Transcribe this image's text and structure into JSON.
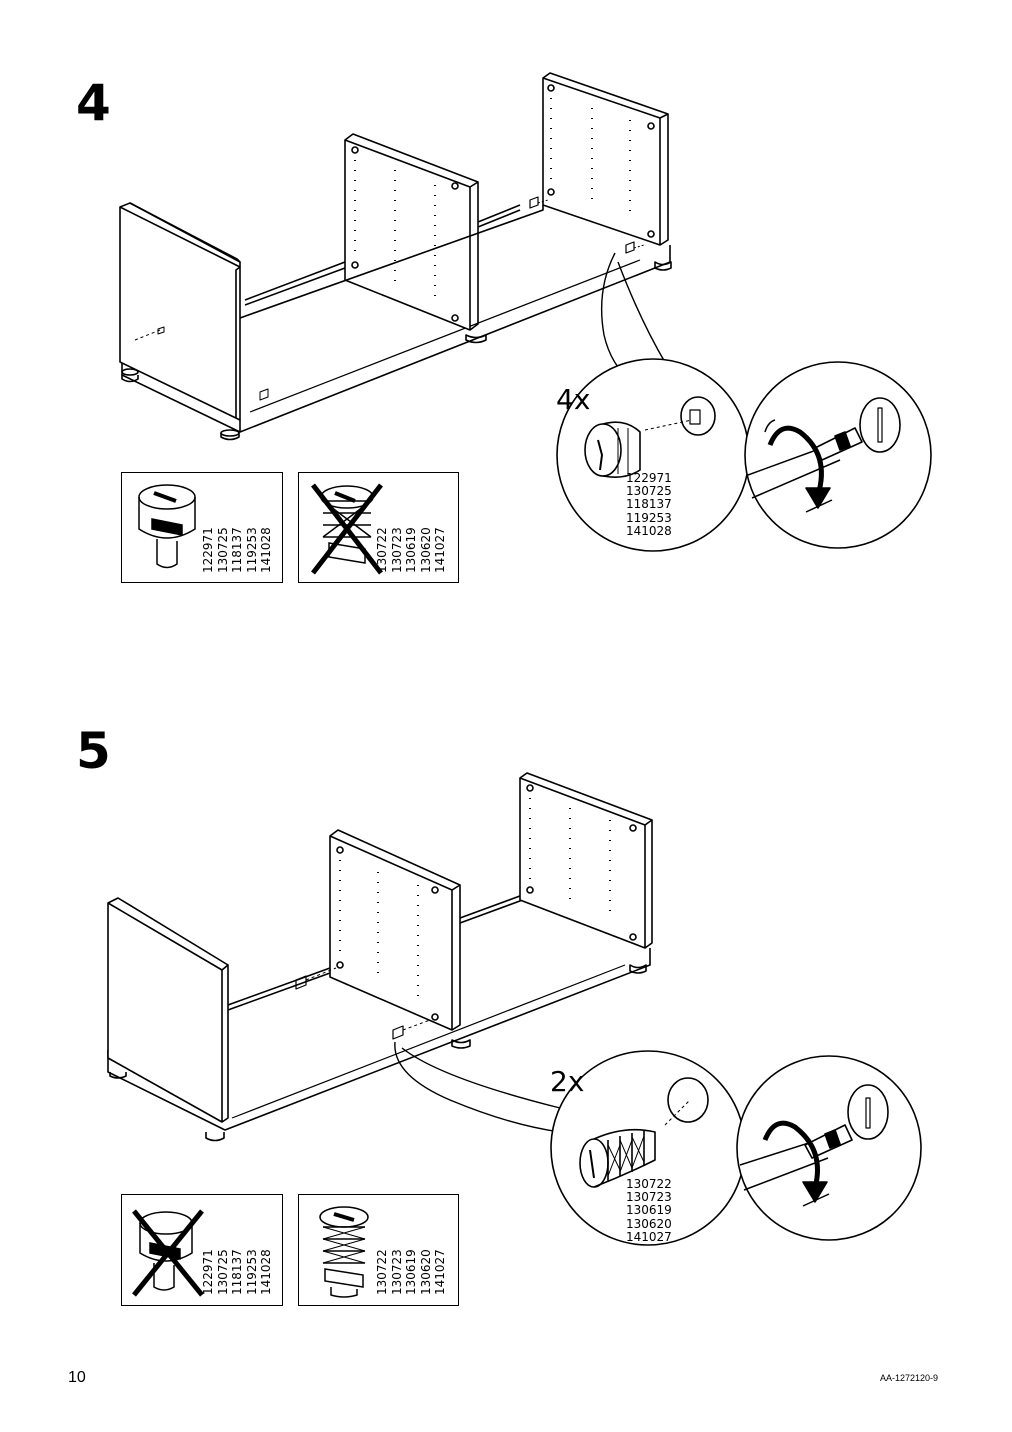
{
  "steps": [
    {
      "number": "4",
      "quantity": "4x",
      "callout_codes": [
        "122971",
        "130725",
        "118137",
        "119253",
        "141028"
      ],
      "box_correct": {
        "codes": [
          "122971",
          "130725",
          "118137",
          "119253",
          "141028"
        ],
        "crossed": false
      },
      "box_wrong": {
        "codes": [
          "130722",
          "130723",
          "130619",
          "130620",
          "141027"
        ],
        "crossed": true
      }
    },
    {
      "number": "5",
      "quantity": "2x",
      "callout_codes": [
        "130722",
        "130723",
        "130619",
        "130620",
        "141027"
      ],
      "box_wrong": {
        "codes": [
          "122971",
          "130725",
          "118137",
          "119253",
          "141028"
        ],
        "crossed": true
      },
      "box_correct": {
        "codes": [
          "130722",
          "130723",
          "130619",
          "130620",
          "141027"
        ],
        "crossed": false
      }
    }
  ],
  "footer": {
    "page_number": "10",
    "doc_id": "AA-1272120-9"
  }
}
